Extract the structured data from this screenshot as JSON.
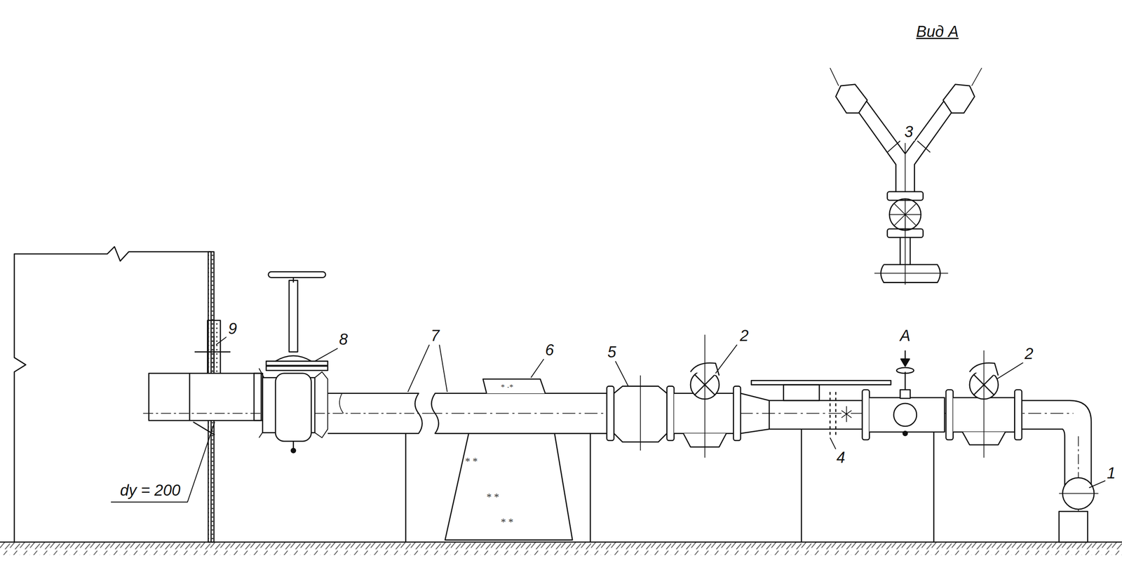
{
  "diagram": {
    "labels": [
      "Вид А",
      "3",
      "9",
      "8",
      "7",
      "6",
      "5",
      "2",
      "A",
      "2",
      "4",
      "1",
      "dу = 200"
    ]
  }
}
